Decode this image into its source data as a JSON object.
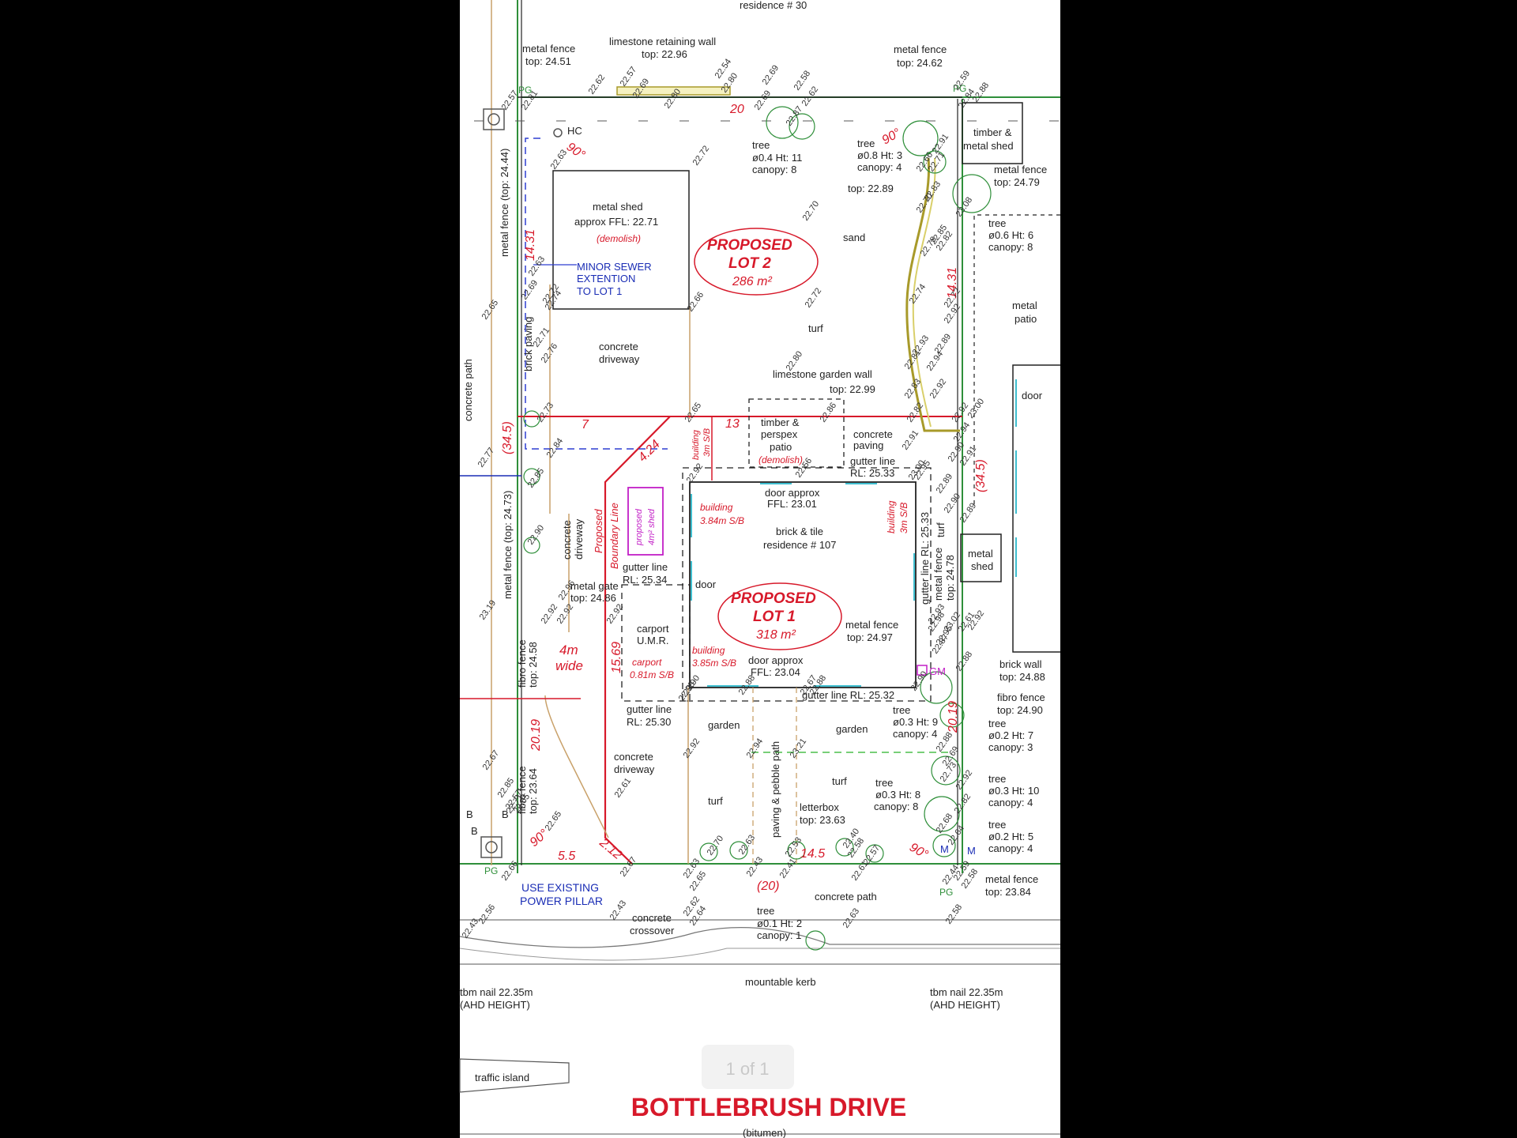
{
  "labels": {
    "residence_30": "residence # 30",
    "metal_fence_nw": [
      "metal fence",
      "top: 24.51"
    ],
    "limestone_wall": [
      "limestone retaining wall",
      "top: 22.96"
    ],
    "metal_fence_ne": [
      "metal fence",
      "top: 24.62"
    ],
    "hc": "HC",
    "tree1": [
      "tree",
      "ø0.4 Ht: 11",
      "canopy: 8"
    ],
    "tree2": [
      "tree",
      "ø0.8 Ht: 3",
      "canopy: 4"
    ],
    "timber_metal_shed": [
      "timber &",
      "metal shed"
    ],
    "metal_fence_e1": [
      "metal fence",
      "top: 24.79"
    ],
    "top_2289": "top: 22.89",
    "tree3": [
      "tree",
      "ø0.6 Ht: 6",
      "canopy: 8"
    ],
    "metal_shed_top": [
      "metal shed",
      "approx FFL: 22.71"
    ],
    "demolish1": "(demolish)",
    "lot2": [
      "PROPOSED",
      "LOT 2",
      "286 m²"
    ],
    "sand": "sand",
    "sewer": [
      "MINOR SEWER",
      "EXTENTION",
      "TO LOT 1"
    ],
    "metal_patio": [
      "metal",
      "patio"
    ],
    "metal_fence_w": "metal fence (top: 24.44)",
    "brick_paving": "brick paving",
    "concrete_driveway1": [
      "concrete",
      "driveway"
    ],
    "turf1": "turf",
    "concrete_path_w": "concrete path",
    "limestone_garden_wall": [
      "limestone garden wall",
      "top: 22.99"
    ],
    "door_e": "door",
    "timber_patio": [
      "timber &",
      "perspex",
      "patio",
      "(demolish)"
    ],
    "concrete_paving": [
      "concrete",
      "paving"
    ],
    "gutter_2533": [
      "gutter line",
      "RL: 25.33"
    ],
    "door_approx1": [
      "door approx",
      "FFL: 23.01"
    ],
    "building_3m_top": [
      "building",
      "3m S/B"
    ],
    "proposed_boundary": [
      "Proposed",
      "Boundary Line"
    ],
    "proposed_shed": [
      "proposed",
      "4m² shed"
    ],
    "building_384": [
      "building",
      "3.84m S/B"
    ],
    "brick_tile": [
      "brick & tile",
      "residence # 107"
    ],
    "building_3m_right": [
      "building",
      "3m S/B"
    ],
    "gutter_right": "gutter line RL: 25.33",
    "turf_right": "turf",
    "metal_fence_right": [
      "metal fence",
      "top: 24.78"
    ],
    "metal_shed_small": [
      "metal",
      "shed"
    ],
    "metal_fence_w2": "metal fence (top: 24.73)",
    "concrete_driveway2": [
      "concrete",
      "driveway"
    ],
    "gutter_2534": [
      "gutter line",
      "RL: 25.34"
    ],
    "metal_gate": [
      "metal gate",
      "top: 24.86"
    ],
    "door_w": "door",
    "lot1": [
      "PROPOSED",
      "LOT 1",
      "318 m²"
    ],
    "carport_umr": [
      "carport",
      "U.M.R."
    ],
    "metal_fence_2497": [
      "metal fence",
      "top: 24.97"
    ],
    "fibro_fence_w1": [
      "fibro fence",
      "top: 24.58"
    ],
    "four_m_wide": [
      "4m",
      "wide"
    ],
    "carport_081": [
      "carport",
      "0.81m S/B"
    ],
    "building_385": [
      "building",
      "3.85m S/B"
    ],
    "door_approx2": [
      "door approx",
      "FFL: 23.04"
    ],
    "gm": "GM",
    "brick_wall": [
      "brick wall",
      "top: 24.88"
    ],
    "gutter_2532": "gutter line RL: 25.32",
    "fibro_fence_e": [
      "fibro fence",
      "top: 24.90"
    ],
    "gutter_2530": [
      "gutter line",
      "RL: 25.30"
    ],
    "garden1": "garden",
    "garden2": "garden",
    "tree4": [
      "tree",
      "ø0.3 Ht: 9",
      "canopy: 4"
    ],
    "tree5": [
      "tree",
      "ø0.2 Ht: 7",
      "canopy: 3"
    ],
    "concrete_driveway3": [
      "concrete",
      "driveway"
    ],
    "paving_pebble": "paving & pebble path",
    "turf2": "turf",
    "turf3": "turf",
    "tree6": [
      "tree",
      "ø0.3 Ht: 8",
      "canopy: 8"
    ],
    "tree7": [
      "tree",
      "ø0.3 Ht: 10",
      "canopy: 4"
    ],
    "fibro_fence_w2": [
      "fibro fence",
      "top: 23.64"
    ],
    "letterbox": [
      "letterbox",
      "top: 23.63"
    ],
    "tree8": [
      "tree",
      "ø0.2 Ht: 5",
      "canopy: 4"
    ],
    "b1": "B",
    "b2": "B",
    "b3": "B",
    "m1": "M",
    "m2": "M",
    "pg": "PG",
    "power_pillar": [
      "USE EXISTING",
      "POWER PILLAR"
    ],
    "metal_fence_sw": [
      "metal fence",
      "top: 23.84"
    ],
    "concrete_path_s": "concrete path",
    "concrete_crossover": [
      "concrete",
      "crossover"
    ],
    "tree9": [
      "tree",
      "ø0.1 Ht: 2",
      "canopy: 1"
    ],
    "mountable_kerb": "mountable kerb",
    "tbm1": [
      "tbm nail 22.35m",
      "(AHD HEIGHT)"
    ],
    "tbm2": [
      "tbm nail 22.35m",
      "(AHD HEIGHT)"
    ],
    "traffic_island": "traffic island",
    "page_indicator": "1 of 1",
    "street": "BOTTLEBRUSH  DRIVE",
    "bitumen": "(bitumen)"
  },
  "dimensions": {
    "top": "20",
    "bottom_total": "(20)",
    "lot2_west": "14.31",
    "lot2_east": "14.31",
    "split_west": "7",
    "split_east": "13",
    "diag": "4.24",
    "west_total": "(34.5)",
    "east_total": "(34.5)",
    "boundary_depth": "15.69",
    "lot1_west": "20.19",
    "lot1_east": "20.19",
    "bottom_west": "5.5",
    "bottom_diag": "2.12",
    "bottom_east": "14.5",
    "angle": "90°"
  },
  "levels": [
    "22.57",
    "22.81",
    "22.62",
    "22.57",
    "22.69",
    "22.80",
    "22.54",
    "22.80",
    "22.69",
    "22.69",
    "22.58",
    "22.62",
    "22.87",
    "22.59",
    "22.84",
    "22.88",
    "22.63",
    "22.72",
    "22.91",
    "22.66",
    "22.71",
    "22.70",
    "22.83",
    "23.08",
    "22.78",
    "22.85",
    "22.82",
    "22.70",
    "22.63",
    "22.74",
    "22.72",
    "22.66",
    "22.72",
    "22.92",
    "22.65",
    "22.69",
    "22.72",
    "22.74",
    "22.71",
    "22.76",
    "22.80",
    "22.81",
    "22.93",
    "22.89",
    "22.94",
    "22.83",
    "22.92",
    "22.73",
    "22.65",
    "22.86",
    "22.82",
    "22.92",
    "23.00",
    "22.84",
    "22.77",
    "22.85",
    "22.91",
    "22.90",
    "22.94",
    "22.91",
    "22.89",
    "22.56",
    "22.92",
    "23.00",
    "22.95",
    "22.90",
    "22.89",
    "22.90",
    "22.96",
    "22.92",
    "22.92",
    "22.92",
    "22.93",
    "22.98",
    "23.02",
    "22.61",
    "22.92",
    "23.19",
    "22.87",
    "22.95",
    "22.88",
    "22.90",
    "22.90",
    "22.98",
    "22.88",
    "22.67",
    "22.88",
    "22.88",
    "22.69",
    "22.92",
    "22.94",
    "23.21",
    "22.67",
    "22.85",
    "22.73",
    "22.92",
    "22.82",
    "22.57",
    "22.71",
    "22.65",
    "22.61",
    "22.65",
    "22.68",
    "22.64",
    "22.66",
    "22.67",
    "22.70",
    "22.63",
    "22.63",
    "22.65",
    "22.53",
    "22.40",
    "22.58",
    "22.61",
    "22.57",
    "22.59",
    "22.58",
    "22.44",
    "22.43",
    "22.41",
    "22.56",
    "22.43",
    "22.43",
    "22.62",
    "22.64",
    "22.63",
    "22.58"
  ],
  "colors": {
    "red": "#d7192a",
    "green": "#2f8f3a",
    "blue": "#1a2db5",
    "magenta": "#c21fc6",
    "tan": "#c9a16a"
  }
}
